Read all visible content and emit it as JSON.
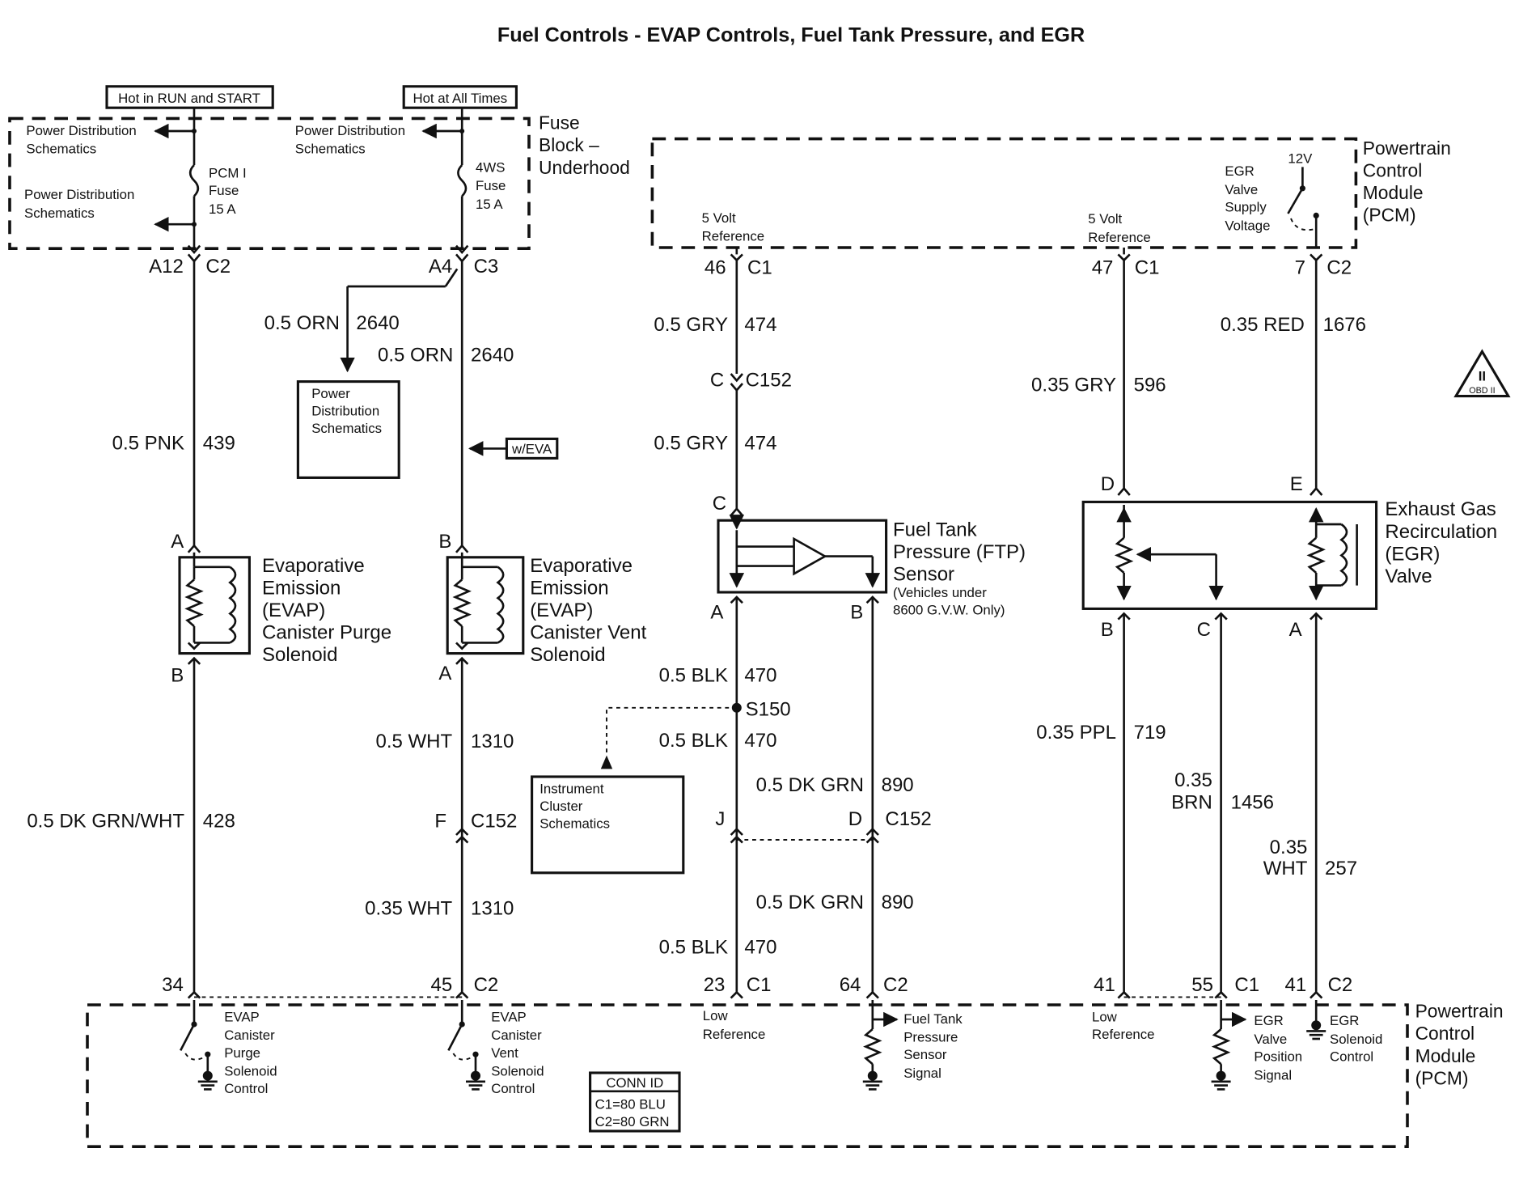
{
  "title": "Fuel Controls - EVAP Controls, Fuel Tank Pressure, and EGR",
  "hot_run_start": "Hot in RUN and START",
  "hot_all_times": "Hot at All Times",
  "fuse_block": [
    "Fuse",
    "Block –",
    "Underhood"
  ],
  "pcm_top": [
    "Powertrain",
    "Control",
    "Module",
    "(PCM)"
  ],
  "pcm_bottom": [
    "Powertrain",
    "Control",
    "Module",
    "(PCM)"
  ],
  "power_dist": [
    "Power Distribution",
    "Schematics"
  ],
  "power_dist_box": [
    "Power",
    "Distribution",
    "Schematics"
  ],
  "fuse_pcm": [
    "PCM I",
    "Fuse",
    "15 A"
  ],
  "fuse_4ws": [
    "4WS",
    "Fuse",
    "15 A"
  ],
  "w_eva": "w/EVA",
  "ref_5v": [
    "5 Volt",
    "Reference"
  ],
  "egr_supply": [
    "EGR",
    "Valve",
    "Supply",
    "Voltage"
  ],
  "v12": "12V",
  "obd": "OBD II",
  "obd_num": "II",
  "instrument_cluster": [
    "Instrument",
    "Cluster",
    "Schematics"
  ],
  "purge_solenoid": [
    "Evaporative",
    "Emission",
    "(EVAP)",
    "Canister Purge",
    "Solenoid"
  ],
  "vent_solenoid": [
    "Evaporative",
    "Emission",
    "(EVAP)",
    "Canister Vent",
    "Solenoid"
  ],
  "ftp_sensor": [
    "Fuel Tank",
    "Pressure (FTP)",
    "Sensor"
  ],
  "ftp_note": [
    "(Vehicles under",
    "8600 G.V.W. Only)"
  ],
  "egr_valve": [
    "Exhaust Gas",
    "Recirculation",
    "(EGR)",
    "Valve"
  ],
  "pcm_purge": [
    "EVAP",
    "Canister",
    "Purge",
    "Solenoid",
    "Control"
  ],
  "pcm_vent": [
    "EVAP",
    "Canister",
    "Vent",
    "Solenoid",
    "Control"
  ],
  "low_ref": [
    "Low",
    "Reference"
  ],
  "ftp_signal": [
    "Fuel Tank",
    "Pressure",
    "Sensor",
    "Signal"
  ],
  "egr_pos": [
    "EGR",
    "Valve",
    "Position",
    "Signal"
  ],
  "egr_sol": [
    "EGR",
    "Solenoid",
    "Control"
  ],
  "conn_id": [
    "CONN ID",
    "C1=80 BLU",
    "C2=80 GRN"
  ],
  "pins": {
    "a12": "A12",
    "c2a": "C2",
    "a4": "A4",
    "c3": "C3",
    "p46": "46",
    "c1a": "C1",
    "p47": "47",
    "c1b": "C1",
    "p7": "7",
    "c2b": "C2",
    "c_152": "C",
    "c152a": "C152",
    "a_purge": "A",
    "b_purge": "B",
    "b_vent": "B",
    "a_vent": "A",
    "c_ftp": "C",
    "a_ftp": "A",
    "b_ftp": "B",
    "d_egr": "D",
    "e_egr": "E",
    "b_egr": "B",
    "c_egr": "C",
    "a_egr": "A",
    "f_vent": "F",
    "c152b": "C152",
    "j_ftp": "J",
    "d_ftp": "D",
    "c152c": "C152",
    "s150": "S150",
    "p34": "34",
    "p45": "45",
    "c2c": "C2",
    "p23": "23",
    "c1c": "C1",
    "p64": "64",
    "c2d": "C2",
    "p41a": "41",
    "p55": "55",
    "c1d": "C1",
    "p41b": "41",
    "c2e": "C2"
  },
  "wires": {
    "orn_branch": "0.5 ORN",
    "orn_branch_n": "2640",
    "orn_main": "0.5 ORN",
    "orn_main_n": "2640",
    "pnk": "0.5 PNK",
    "pnk_n": "439",
    "gry1": "0.5 GRY",
    "gry1_n": "474",
    "gry2": "0.5 GRY",
    "gry2_n": "474",
    "gry596": "0.35 GRY",
    "gry596_n": "596",
    "red": "0.35 RED",
    "red_n": "1676",
    "dkgrnwht": "0.5 DK GRN/WHT",
    "dkgrnwht_n": "428",
    "wht1": "0.5 WHT",
    "wht1_n": "1310",
    "wht2": "0.35 WHT",
    "wht2_n": "1310",
    "blk1": "0.5 BLK",
    "blk1_n": "470",
    "blk2": "0.5 BLK",
    "blk2_n": "470",
    "blk3": "0.5 BLK",
    "blk3_n": "470",
    "dkgrn1": "0.5 DK GRN",
    "dkgrn1_n": "890",
    "dkgrn2": "0.5 DK GRN",
    "dkgrn2_n": "890",
    "ppl": "0.35 PPL",
    "ppl_n": "719",
    "brn_a": "0.35",
    "brn_b": "BRN",
    "brn_n": "1456",
    "wht257_a": "0.35",
    "wht257_b": "WHT",
    "wht257_n": "257"
  }
}
